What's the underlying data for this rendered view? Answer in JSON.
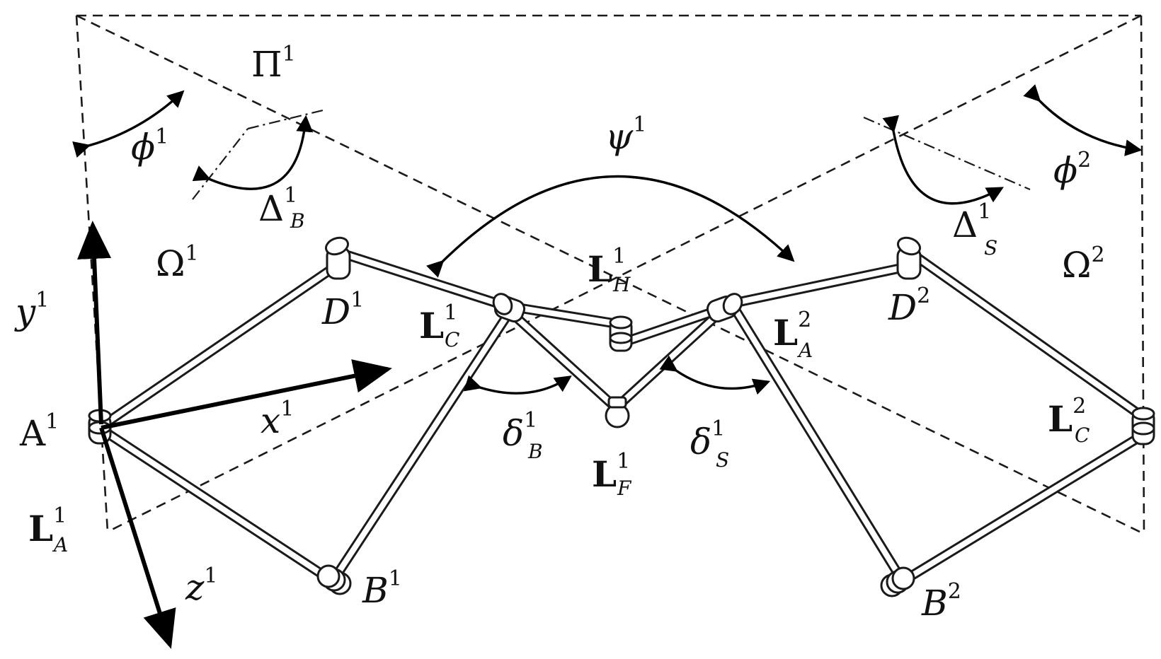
{
  "labels": {
    "Pi": {
      "base": "Π",
      "sup": "1"
    },
    "phi1": {
      "base": "ϕ",
      "sup": "1"
    },
    "phi2": {
      "base": "ϕ",
      "sup": "2"
    },
    "psi1": {
      "base": "ψ",
      "sup": "1"
    },
    "DeltaB": {
      "base": "Δ",
      "sup": "1",
      "sub": "B"
    },
    "DeltaS": {
      "base": "Δ",
      "sup": "1",
      "sub": "S"
    },
    "Omega1": {
      "base": "Ω",
      "sup": "1"
    },
    "Omega2": {
      "base": "Ω",
      "sup": "2"
    },
    "y1": {
      "base": "y",
      "sup": "1"
    },
    "x1": {
      "base": "x",
      "sup": "1"
    },
    "z1": {
      "base": "z",
      "sup": "1"
    },
    "A1": {
      "base": "A",
      "sup": "1"
    },
    "D1": {
      "base": "D",
      "sup": "1"
    },
    "D2": {
      "base": "D",
      "sup": "2"
    },
    "B1": {
      "base": "B",
      "sup": "1"
    },
    "B2": {
      "base": "B",
      "sup": "2"
    },
    "LC1": {
      "base": "L",
      "sup": "1",
      "sub": "C"
    },
    "LH1": {
      "base": "L",
      "sup": "1",
      "sub": "H"
    },
    "LA2": {
      "base": "L",
      "sup": "2",
      "sub": "A"
    },
    "LF1": {
      "base": "L",
      "sup": "1",
      "sub": "F"
    },
    "LA1": {
      "base": "L",
      "sup": "1",
      "sub": "A"
    },
    "LC2": {
      "base": "L",
      "sup": "2",
      "sub": "C"
    },
    "deltaB": {
      "base": "δ",
      "sup": "1",
      "sub": "B"
    },
    "deltaS": {
      "base": "δ",
      "sup": "1",
      "sub": "S"
    }
  }
}
